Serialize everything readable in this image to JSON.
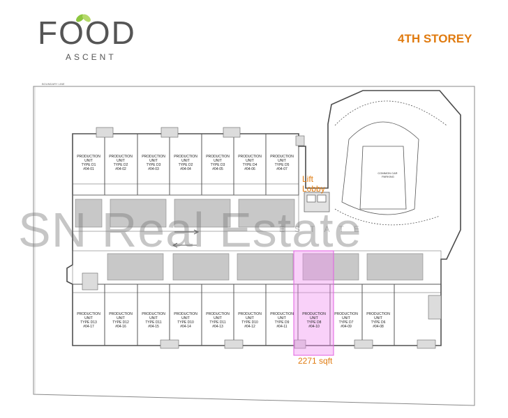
{
  "logo": {
    "main": "FOOD",
    "sub": "ASCENT"
  },
  "storey_label": "4TH STOREY",
  "lift_lobby": {
    "line1": "Lift",
    "line2": "Lobby"
  },
  "common_car_parking": {
    "line1": "COMMON CAR",
    "line2": "PARKING"
  },
  "boundary_label": "BOUNDARY LINE",
  "highlight_area": "2271 sqft",
  "watermark": {
    "main": "SN Real Estate",
    "sub": "ESTATE"
  },
  "colors": {
    "accent": "#e07b10",
    "highlight": "#f08cf0",
    "leaf": "#8dc63f",
    "wall": "#4a4a4a",
    "block": "#c8c8c8"
  },
  "units": [
    {
      "row": "top",
      "type": "TYPE D1",
      "no": "#04-01"
    },
    {
      "row": "top",
      "type": "TYPE D2",
      "no": "#04-02"
    },
    {
      "row": "top",
      "type": "TYPE D3",
      "no": "#04-03"
    },
    {
      "row": "top",
      "type": "TYPE D2",
      "no": "#04-04"
    },
    {
      "row": "top",
      "type": "TYPE D3",
      "no": "#04-05"
    },
    {
      "row": "top",
      "type": "TYPE D4",
      "no": "#04-06"
    },
    {
      "row": "top",
      "type": "TYPE D5",
      "no": "#04-07"
    },
    {
      "row": "bottom",
      "type": "TYPE D13",
      "no": "#04-17"
    },
    {
      "row": "bottom",
      "type": "TYPE D12",
      "no": "#04-16"
    },
    {
      "row": "bottom",
      "type": "TYPE D11",
      "no": "#04-15"
    },
    {
      "row": "bottom",
      "type": "TYPE D10",
      "no": "#04-14"
    },
    {
      "row": "bottom",
      "type": "TYPE D11",
      "no": "#04-13"
    },
    {
      "row": "bottom",
      "type": "TYPE D10",
      "no": "#04-12"
    },
    {
      "row": "bottom",
      "type": "TYPE D9",
      "no": "#04-11"
    },
    {
      "row": "bottom",
      "type": "TYPE D8",
      "no": "#04-10"
    },
    {
      "row": "bottom",
      "type": "TYPE D7",
      "no": "#04-09"
    },
    {
      "row": "bottom",
      "type": "TYPE D6",
      "no": "#04-08"
    }
  ],
  "unit_label": "PRODUCTION UNIT"
}
